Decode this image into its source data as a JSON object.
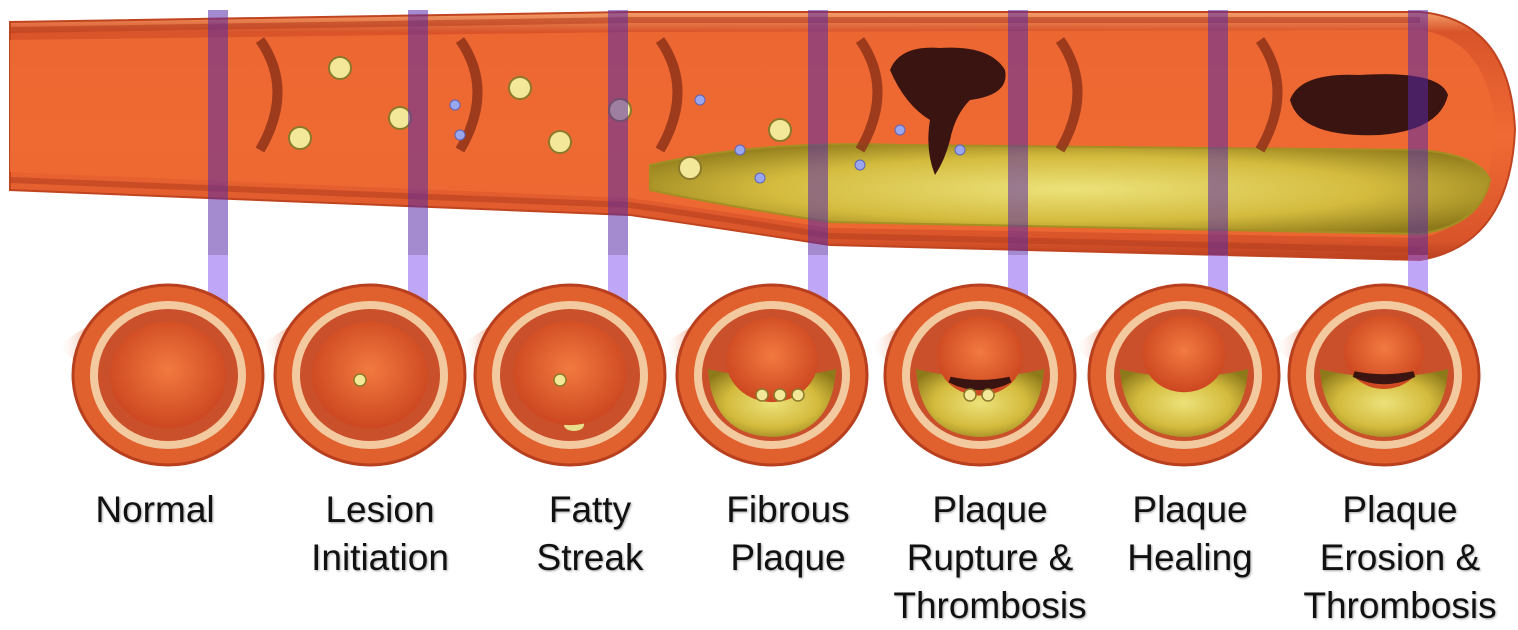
{
  "diagram": {
    "colors": {
      "artery_wall": "#d9542a",
      "artery_outer": "#f07a3c",
      "lumen": "#e8602e",
      "media_band": "#c7502b",
      "plaque": "#d8c24a",
      "plaque_dark": "#a58f22",
      "thrombus": "#3a1410",
      "marker": "#8a5cf0"
    },
    "stages": [
      {
        "lines": [
          "Normal"
        ],
        "plaque": 0,
        "thrombus": false,
        "cells": 0
      },
      {
        "lines": [
          "Lesion",
          "Initiation"
        ],
        "plaque": 0,
        "thrombus": false,
        "cells": 1
      },
      {
        "lines": [
          "Fatty",
          "Streak"
        ],
        "plaque": 0.05,
        "thrombus": false,
        "cells": 1
      },
      {
        "lines": [
          "Fibrous",
          "Plaque"
        ],
        "plaque": 0.4,
        "thrombus": false,
        "cells": 3
      },
      {
        "lines": [
          "Plaque",
          "Rupture &",
          "Thrombosis"
        ],
        "plaque": 0.5,
        "thrombus": true,
        "cells": 2
      },
      {
        "lines": [
          "Plaque",
          "Healing"
        ],
        "plaque": 0.55,
        "thrombus": false,
        "cells": 0
      },
      {
        "lines": [
          "Plaque",
          "Erosion &",
          "Thrombosis"
        ],
        "plaque": 0.6,
        "thrombus": true,
        "cells": 0
      }
    ]
  }
}
